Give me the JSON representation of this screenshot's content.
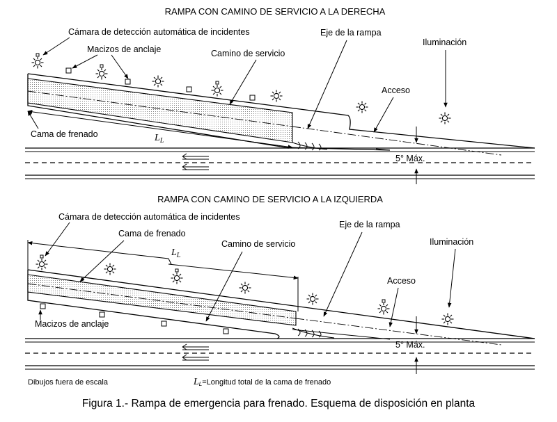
{
  "top": {
    "title": "RAMPA CON CAMINO DE SERVICIO A LA DERECHA",
    "camera": "Cámara de detección automática de incidentes",
    "anchors": "Macizos de anclaje",
    "service_road": "Camino de servicio",
    "ramp_axis": "Eje de la rampa",
    "lighting": "Iluminación",
    "access": "Acceso",
    "bed": "Cama de frenado",
    "length": "L",
    "length_sub": "L",
    "angle": "5° Máx."
  },
  "bottom": {
    "title": "RAMPA CON CAMINO DE SERVICIO A LA IZQUIERDA",
    "camera": "Cámara de detección automática de incidentes",
    "bed": "Cama de frenado",
    "ramp_axis": "Eje de la rampa",
    "service_road": "Camino de servicio",
    "lighting": "Iluminación",
    "length": "L",
    "length_sub": "L",
    "access": "Acceso",
    "anchors": "Macizos de anclaje",
    "angle": "5° Máx."
  },
  "notes": {
    "scale": "Dibujos fuera de escala",
    "legend_symbol": "L",
    "legend_sub": "L",
    "legend_text": "=Longitud total de la cama de frenado"
  },
  "caption": "Figura 1.-  Rampa de emergencia para frenado. Esquema de disposición en planta"
}
